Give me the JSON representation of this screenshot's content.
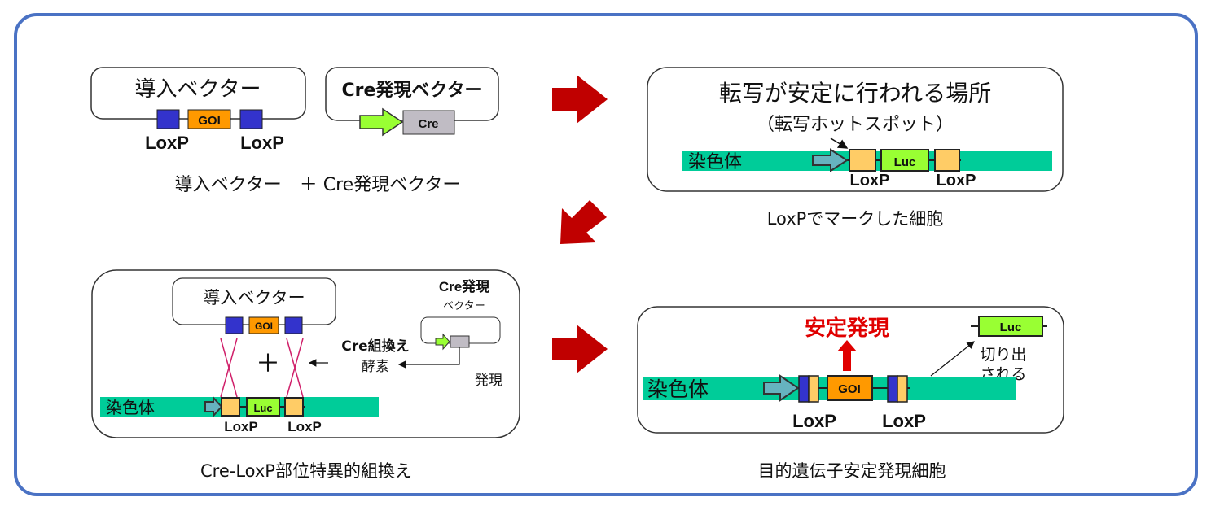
{
  "colors": {
    "frame": "#4a72c4",
    "arrow": "#c00000",
    "chromosome": "#00cc99",
    "loxp_blue": "#3333cc",
    "loxp_orange": "#ffcc66",
    "goi": "#ff9900",
    "luc": "#99ff33",
    "cre_box": "#c0bcc4",
    "promoter_green": "#99ff33",
    "promoter_cyan": "#66b3bf",
    "stable_text": "#e00000"
  },
  "step1": {
    "vector_label": "導入ベクター",
    "goi": "GOI",
    "loxp_left": "LoxP",
    "loxp_right": "LoxP",
    "cre_vector_label": "Cre発現ベクター",
    "cre": "Cre",
    "caption": "導入ベクター　＋ Cre発現ベクター"
  },
  "step2": {
    "title": "転写が安定に行われる場所",
    "subtitle": "（転写ホットスポット）",
    "chromosome": "染色体",
    "luc": "Luc",
    "loxp_left": "LoxP",
    "loxp_right": "LoxP",
    "caption": "LoxPでマークした細胞"
  },
  "step3": {
    "vector_label": "導入ベクター",
    "goi": "GOI",
    "plus": "＋",
    "cre_vector_line1": "Cre発現",
    "cre_vector_line2": "ベクター",
    "enzyme_line1": "Cre組換え",
    "enzyme_line2": "酵素",
    "expression": "発現",
    "chromosome": "染色体",
    "luc": "Luc",
    "loxp_left": "LoxP",
    "loxp_right": "LoxP",
    "caption": "Cre-LoxP部位特異的組換え"
  },
  "step4": {
    "stable": "安定発現",
    "luc": "Luc",
    "excised_line1": "切り出",
    "excised_line2": "される",
    "chromosome": "染色体",
    "goi": "GOI",
    "loxp_left": "LoxP",
    "loxp_right": "LoxP",
    "caption": "目的遺伝子安定発現細胞"
  }
}
